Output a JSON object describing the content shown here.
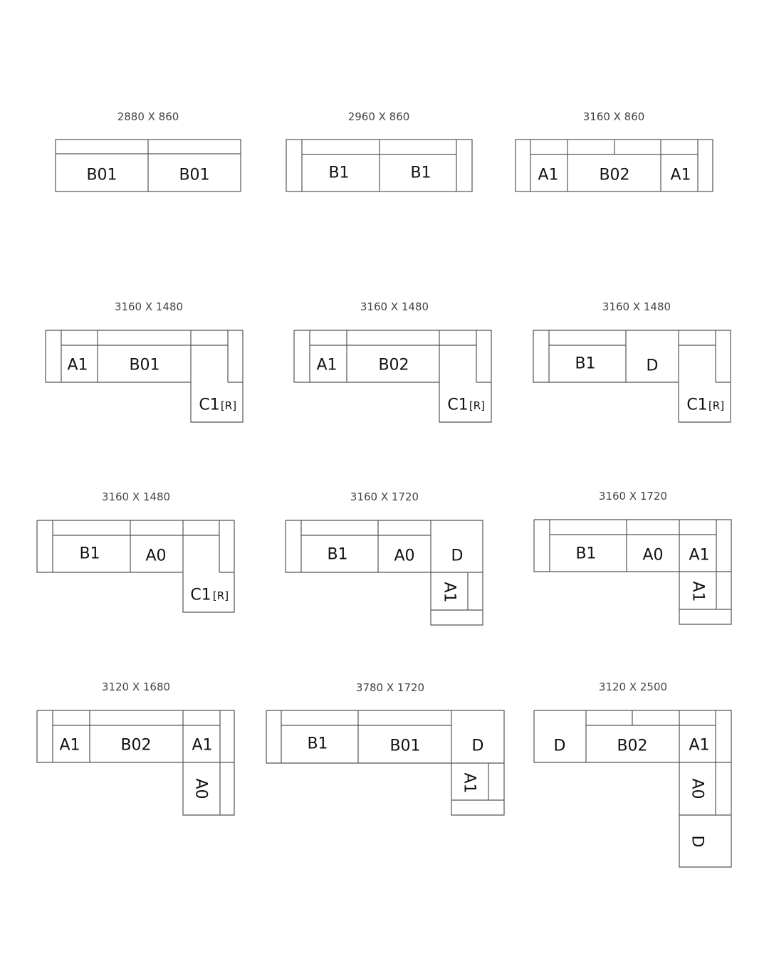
{
  "configurations": [
    {
      "dimension": "2880 X 860",
      "modules": [
        {
          "label": "B01"
        },
        {
          "label": "B01"
        }
      ]
    },
    {
      "dimension": "2960 X 860",
      "modules": [
        {
          "label": "B1"
        },
        {
          "label": "B1"
        }
      ]
    },
    {
      "dimension": "3160 X 860",
      "modules": [
        {
          "label": "A1"
        },
        {
          "label": "B02"
        },
        {
          "label": "A1"
        }
      ]
    },
    {
      "dimension": "3160 X 1480",
      "modules": [
        {
          "label": "A1"
        },
        {
          "label": "B01"
        },
        {
          "label": "C1",
          "suffix": "[R]"
        }
      ]
    },
    {
      "dimension": "3160 X 1480",
      "modules": [
        {
          "label": "A1"
        },
        {
          "label": "B02"
        },
        {
          "label": "C1",
          "suffix": "[R]"
        }
      ]
    },
    {
      "dimension": "3160 X 1480",
      "modules": [
        {
          "label": "B1"
        },
        {
          "label": "D"
        },
        {
          "label": "C1",
          "suffix": "[R]"
        }
      ]
    },
    {
      "dimension": "3160 X 1480",
      "modules": [
        {
          "label": "B1"
        },
        {
          "label": "A0"
        },
        {
          "label": "C1",
          "suffix": "[R]"
        }
      ]
    },
    {
      "dimension": "3160 X 1720",
      "modules": [
        {
          "label": "B1"
        },
        {
          "label": "A0"
        },
        {
          "label": "D"
        },
        {
          "label": "A1"
        }
      ]
    },
    {
      "dimension": "3160 X 1720",
      "modules": [
        {
          "label": "B1"
        },
        {
          "label": "A0"
        },
        {
          "label": "A1"
        },
        {
          "label": "A1"
        }
      ]
    },
    {
      "dimension": "3120 X 1680",
      "modules": [
        {
          "label": "A1"
        },
        {
          "label": "B02"
        },
        {
          "label": "A1"
        },
        {
          "label": "A0"
        }
      ]
    },
    {
      "dimension": "3780 X 1720",
      "modules": [
        {
          "label": "B1"
        },
        {
          "label": "B01"
        },
        {
          "label": "D"
        },
        {
          "label": "A1"
        }
      ]
    },
    {
      "dimension": "3120 X 2500",
      "modules": [
        {
          "label": "D"
        },
        {
          "label": "B02"
        },
        {
          "label": "A1"
        },
        {
          "label": "A0"
        },
        {
          "label": "D"
        }
      ]
    }
  ]
}
